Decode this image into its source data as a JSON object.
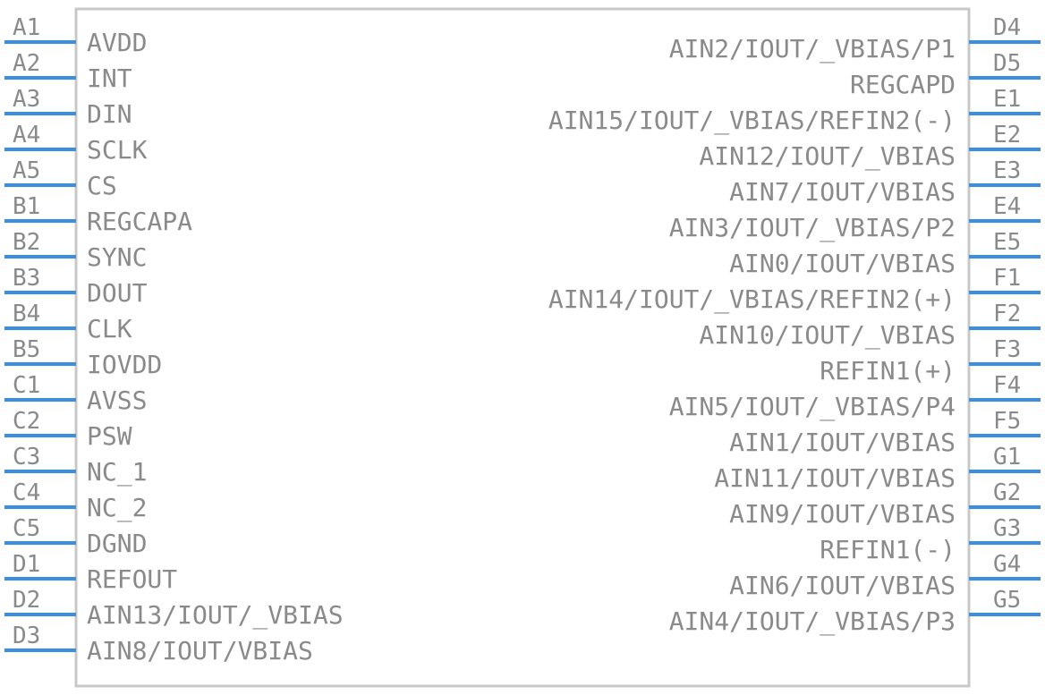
{
  "diagram": {
    "left_pins": [
      {
        "number": "A1",
        "name": "AVDD"
      },
      {
        "number": "A2",
        "name": "INT"
      },
      {
        "number": "A3",
        "name": "DIN"
      },
      {
        "number": "A4",
        "name": "SCLK"
      },
      {
        "number": "A5",
        "name": "CS"
      },
      {
        "number": "B1",
        "name": "REGCAPA"
      },
      {
        "number": "B2",
        "name": "SYNC"
      },
      {
        "number": "B3",
        "name": "DOUT"
      },
      {
        "number": "B4",
        "name": "CLK"
      },
      {
        "number": "B5",
        "name": "IOVDD"
      },
      {
        "number": "C1",
        "name": "AVSS"
      },
      {
        "number": "C2",
        "name": "PSW"
      },
      {
        "number": "C3",
        "name": "NC_1"
      },
      {
        "number": "C4",
        "name": "NC_2"
      },
      {
        "number": "C5",
        "name": "DGND"
      },
      {
        "number": "D1",
        "name": "REFOUT"
      },
      {
        "number": "D2",
        "name": "AIN13/IOUT/_VBIAS"
      },
      {
        "number": "D3",
        "name": "AIN8/IOUT/VBIAS"
      }
    ],
    "right_pins": [
      {
        "number": "D4",
        "name": "AIN2/IOUT/_VBIAS/P1"
      },
      {
        "number": "D5",
        "name": "REGCAPD"
      },
      {
        "number": "E1",
        "name": "AIN15/IOUT/_VBIAS/REFIN2(-)"
      },
      {
        "number": "E2",
        "name": "AIN12/IOUT/_VBIAS"
      },
      {
        "number": "E3",
        "name": "AIN7/IOUT/VBIAS"
      },
      {
        "number": "E4",
        "name": "AIN3/IOUT/_VBIAS/P2"
      },
      {
        "number": "E5",
        "name": "AIN0/IOUT/VBIAS"
      },
      {
        "number": "F1",
        "name": "AIN14/IOUT/_VBIAS/REFIN2(+)"
      },
      {
        "number": "F2",
        "name": "AIN10/IOUT/_VBIAS"
      },
      {
        "number": "F3",
        "name": "REFIN1(+)"
      },
      {
        "number": "F4",
        "name": "AIN5/IOUT/_VBIAS/P4"
      },
      {
        "number": "F5",
        "name": "AIN1/IOUT/VBIAS"
      },
      {
        "number": "G1",
        "name": "AIN11/IOUT/VBIAS"
      },
      {
        "number": "G2",
        "name": "AIN9/IOUT/VBIAS"
      },
      {
        "number": "G3",
        "name": "REFIN1(-)"
      },
      {
        "number": "G4",
        "name": "AIN6/IOUT/VBIAS"
      },
      {
        "number": "G5",
        "name": "AIN4/IOUT/_VBIAS/P3"
      }
    ],
    "colors": {
      "pin_line": "#3b8fe0",
      "body_outline": "#c8c8c8",
      "text": "#8a8a8a"
    }
  }
}
